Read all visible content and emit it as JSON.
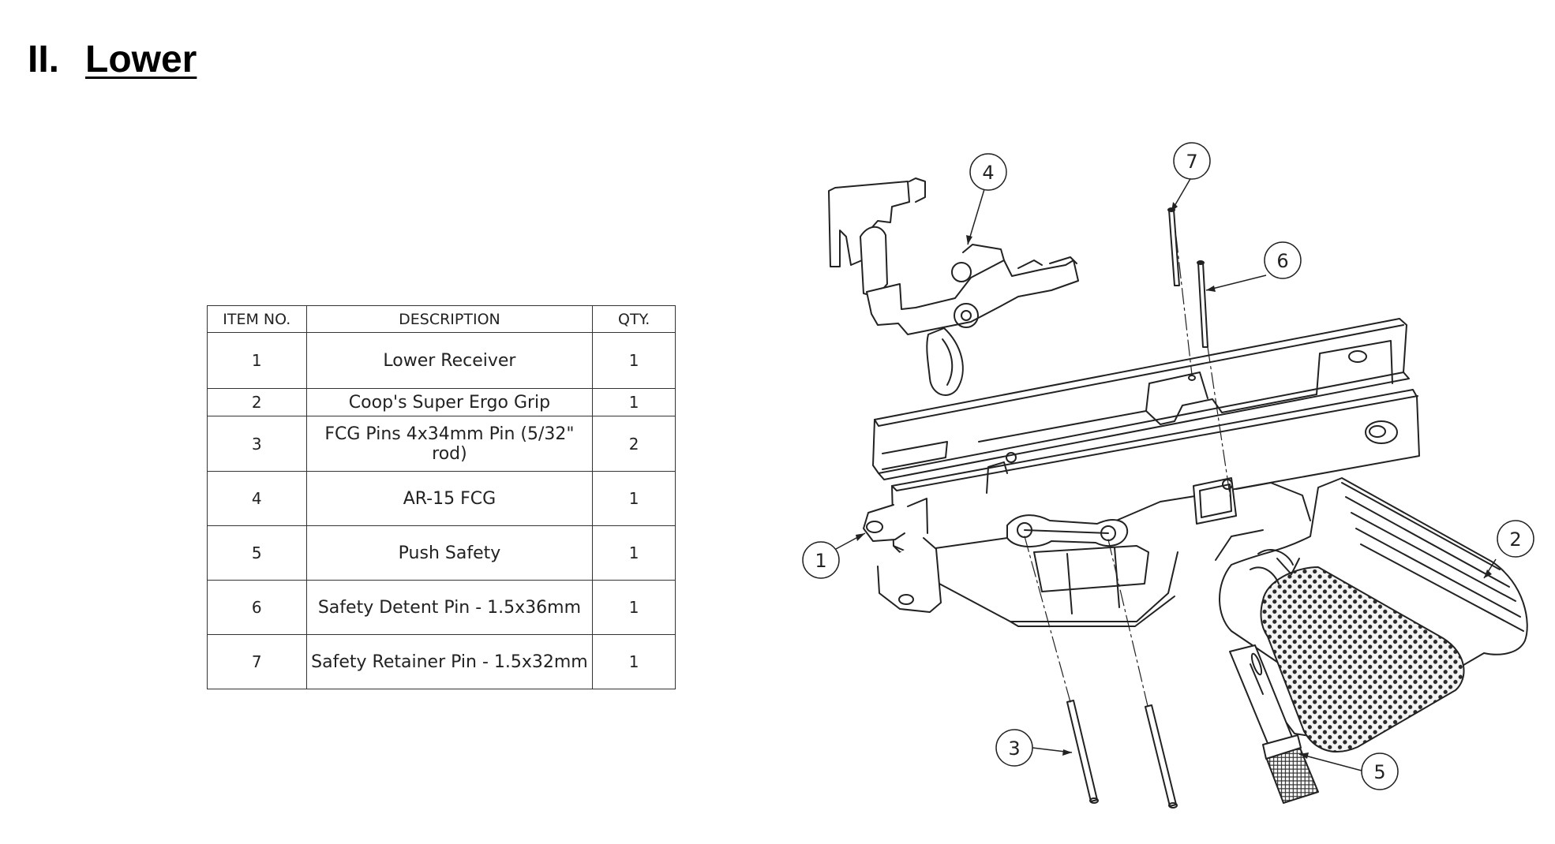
{
  "section": {
    "number": "II.",
    "title": "Lower"
  },
  "bom": {
    "headers": [
      "ITEM NO.",
      "DESCRIPTION",
      "QTY."
    ],
    "rows": [
      [
        "1",
        "Lower Receiver",
        "1"
      ],
      [
        "2",
        "Coop's Super Ergo Grip",
        "1"
      ],
      [
        "3",
        "FCG Pins 4x34mm Pin (5/32\" rod)",
        "2"
      ],
      [
        "4",
        "AR-15 FCG",
        "1"
      ],
      [
        "5",
        "Push Safety",
        "1"
      ],
      [
        "6",
        "Safety Detent Pin - 1.5x36mm",
        "1"
      ],
      [
        "7",
        "Safety Retainer Pin - 1.5x32mm",
        "1"
      ]
    ]
  },
  "balloons": [
    "1",
    "2",
    "3",
    "4",
    "5",
    "6",
    "7"
  ]
}
